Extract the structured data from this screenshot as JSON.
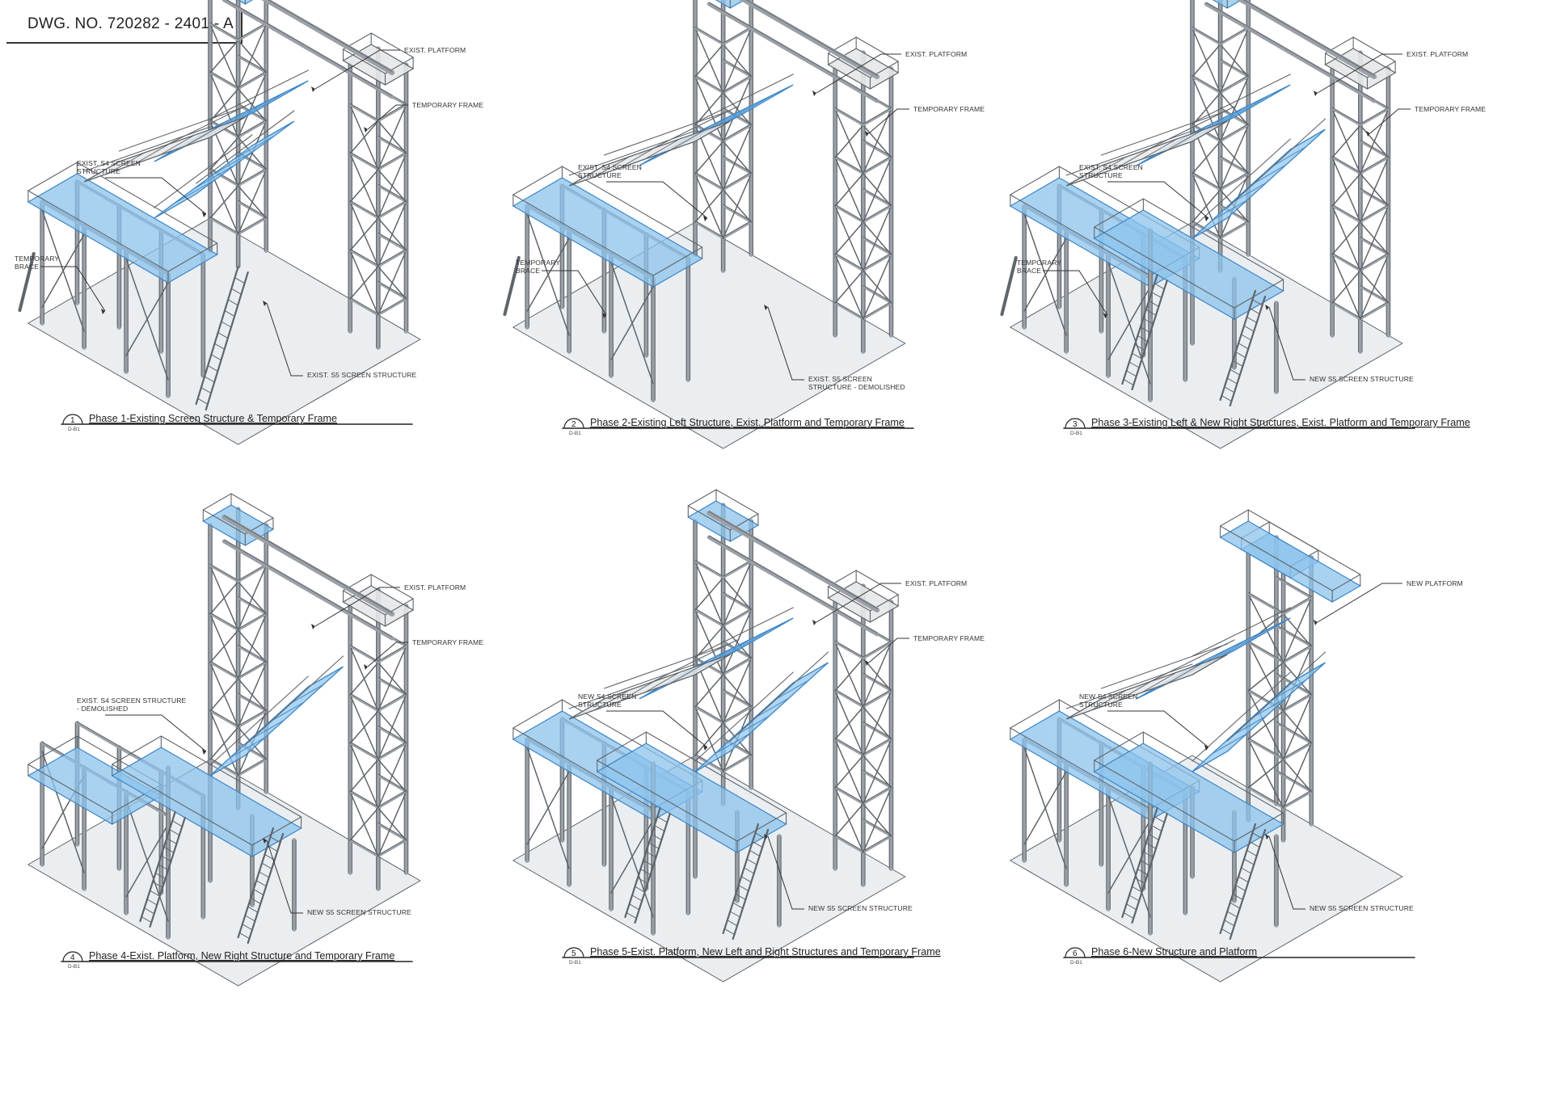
{
  "drawing_number": "DWG. NO.  720282 - 2401 - A",
  "colors": {
    "steel": "#9aa0a6",
    "steel_dark": "#5f656b",
    "steel_light": "#e5e7e9",
    "highlight_blue": "#8cc3ec",
    "highlight_line": "#3d86c6",
    "base_slab": "#e9ecef"
  },
  "panels": [
    {
      "number": "1",
      "title": "Phase 1-Existing Screen Structure & Temporary Frame",
      "sheet_ref": "D-B1",
      "callouts": {
        "exist_platform": "EXIST. PLATFORM",
        "temporary_frame": "TEMPORARY FRAME",
        "s4": [
          "EXIST. S4 SCREEN",
          "STRUCTURE"
        ],
        "brace": [
          "TEMPORARY",
          "BRACE"
        ],
        "s5": [
          "EXIST. S5 SCREEN STRUCTURE"
        ]
      }
    },
    {
      "number": "2",
      "title": "Phase 2-Existing Left Structure, Exist. Platform and Temporary Frame",
      "sheet_ref": "D-B1",
      "callouts": {
        "exist_platform": "EXIST. PLATFORM",
        "temporary_frame": "TEMPORARY FRAME",
        "s4": [
          "EXIST. S4 SCREEN",
          "STRUCTURE"
        ],
        "brace": [
          "TEMPORARY",
          "BRACE"
        ],
        "s5": [
          "EXIST. S5 SCREEN",
          "STRUCTURE - DEMOLISHED"
        ]
      }
    },
    {
      "number": "3",
      "title": "Phase 3-Existing Left & New Right Structures, Exist. Platform and Temporary Frame",
      "sheet_ref": "D-B1",
      "callouts": {
        "exist_platform": "EXIST. PLATFORM",
        "temporary_frame": "TEMPORARY FRAME",
        "s4": [
          "EXIST. S4 SCREEN",
          "STRUCTURE"
        ],
        "brace": [
          "TEMPORARY",
          "BRACE"
        ],
        "s5": [
          "NEW S5 SCREEN STRUCTURE"
        ]
      }
    },
    {
      "number": "4",
      "title": "Phase 4-Exist. Platform, New Right Structure and Temporary Frame",
      "sheet_ref": "D-B1",
      "callouts": {
        "exist_platform": "EXIST. PLATFORM",
        "temporary_frame": "TEMPORARY FRAME",
        "s4": [
          "EXIST. S4 SCREEN STRUCTURE",
          "- DEMOLISHED"
        ],
        "s5": [
          "NEW S5 SCREEN STRUCTURE"
        ]
      }
    },
    {
      "number": "5",
      "title": "Phase 5-Exist. Platform, New Left and Right Structures and Temporary Frame",
      "sheet_ref": "D-B1",
      "callouts": {
        "exist_platform": "EXIST. PLATFORM",
        "temporary_frame": "TEMPORARY FRAME",
        "s4": [
          "NEW S4 SCREEN",
          "STRUCTURE"
        ],
        "s5": [
          "NEW S5 SCREEN STRUCTURE"
        ]
      }
    },
    {
      "number": "6",
      "title": "Phase 6-New Structure and Platform",
      "sheet_ref": "D-B1",
      "callouts": {
        "new_platform": "NEW PLATFORM",
        "s4": [
          "NEW S4 SCREEN",
          "STRUCTURE"
        ],
        "s5": [
          "NEW S5 SCREEN STRUCTURE"
        ]
      }
    }
  ]
}
